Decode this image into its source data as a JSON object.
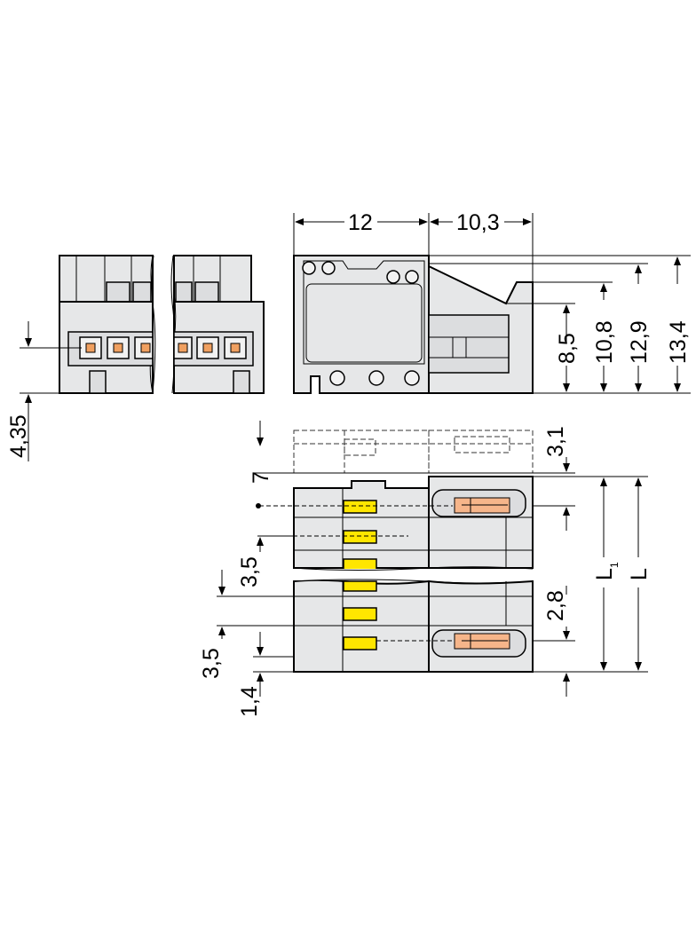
{
  "drawing": {
    "colors": {
      "housing": "#e6e7e8",
      "release_button": "#ffe600",
      "contact_pin": "#f6b58a",
      "outline": "#000000"
    },
    "dimensions": {
      "d_12": "12",
      "d_10_3": "10,3",
      "d_13_4": "13,4",
      "d_12_9": "12,9",
      "d_10_8": "10,8",
      "d_8_5": "8,5",
      "d_4_35": "4,35",
      "d_3_1": "3,1",
      "d_7": "7",
      "d_3_5_top": "3,5",
      "d_3_5_bottom": "3,5",
      "d_2_8": "2,8",
      "d_1_4": "1,4",
      "L1": "L",
      "L1_sub": "1",
      "L": "L"
    }
  }
}
